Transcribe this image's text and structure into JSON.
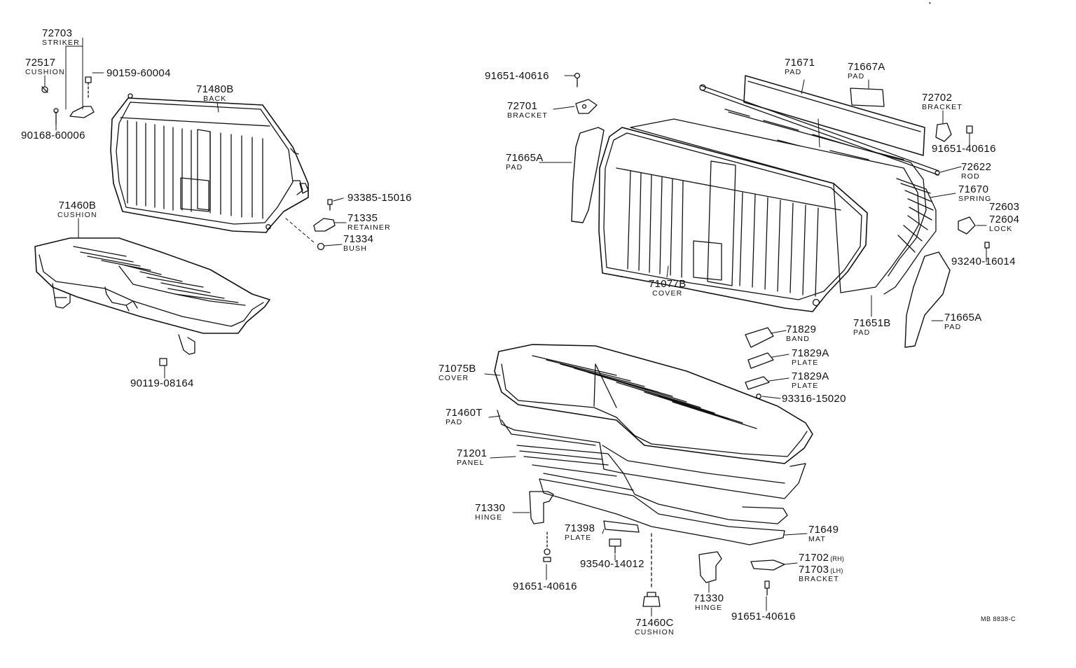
{
  "parts": {
    "p72703": {
      "num": "72703",
      "name": "STRIKER"
    },
    "p72517": {
      "num": "72517",
      "name": "CUSHION"
    },
    "p90159": {
      "num": "90159-60004",
      "name": ""
    },
    "p90168": {
      "num": "90168-60006",
      "name": ""
    },
    "p71480b": {
      "num": "71480B",
      "name": "BACK"
    },
    "p71460b": {
      "num": "71460B",
      "name": "CUSHION"
    },
    "p93385": {
      "num": "93385-15016",
      "name": ""
    },
    "p71335": {
      "num": "71335",
      "name": "RETAINER"
    },
    "p71334": {
      "num": "71334",
      "name": "BUSH"
    },
    "p90119": {
      "num": "90119-08164",
      "name": ""
    },
    "p91651_a": {
      "num": "91651-40616",
      "name": ""
    },
    "p72701": {
      "num": "72701",
      "name": "BRACKET"
    },
    "p71671": {
      "num": "71671",
      "name": "PAD"
    },
    "p71667a": {
      "num": "71667A",
      "name": "PAD"
    },
    "p72702": {
      "num": "72702",
      "name": "BRACKET"
    },
    "p91651_b": {
      "num": "91651-40616",
      "name": ""
    },
    "p71665a_l": {
      "num": "71665A",
      "name": "PAD"
    },
    "p72622": {
      "num": "72622",
      "name": "ROD"
    },
    "p71670": {
      "num": "71670",
      "name": "SPRING"
    },
    "p72603": {
      "num": "72603",
      "name": ""
    },
    "p72604": {
      "num": "72604",
      "name": "LOCK"
    },
    "p93240": {
      "num": "93240-16014",
      "name": ""
    },
    "p71077b": {
      "num": "71077B",
      "name": "COVER"
    },
    "p71651b": {
      "num": "71651B",
      "name": "PAD"
    },
    "p71665a_r": {
      "num": "71665A",
      "name": "PAD"
    },
    "p71829": {
      "num": "71829",
      "name": "BAND"
    },
    "p71829a_1": {
      "num": "71829A",
      "name": "PLATE"
    },
    "p71829a_2": {
      "num": "71829A",
      "name": "PLATE"
    },
    "p93316": {
      "num": "93316-15020",
      "name": ""
    },
    "p71075b": {
      "num": "71075B",
      "name": "COVER"
    },
    "p71460t": {
      "num": "71460T",
      "name": "PAD"
    },
    "p71201": {
      "num": "71201",
      "name": "PANEL"
    },
    "p71330_l": {
      "num": "71330",
      "name": "HINGE"
    },
    "p71398": {
      "num": "71398",
      "name": "PLATE"
    },
    "p93540": {
      "num": "93540-14012",
      "name": ""
    },
    "p91651_c": {
      "num": "91651-40616",
      "name": ""
    },
    "p71649": {
      "num": "71649",
      "name": "MAT"
    },
    "p71702": {
      "num": "71702",
      "name": "(RH)"
    },
    "p71703": {
      "num": "71703",
      "name": "(LH)"
    },
    "p71703_bracket": {
      "num": "",
      "name": "BRACKET"
    },
    "p71330_r": {
      "num": "71330",
      "name": "HINGE"
    },
    "p91651_d": {
      "num": "91651-40616",
      "name": ""
    },
    "p71460c": {
      "num": "71460C",
      "name": "CUSHION"
    }
  },
  "figure_ref": "MB 8838-C"
}
